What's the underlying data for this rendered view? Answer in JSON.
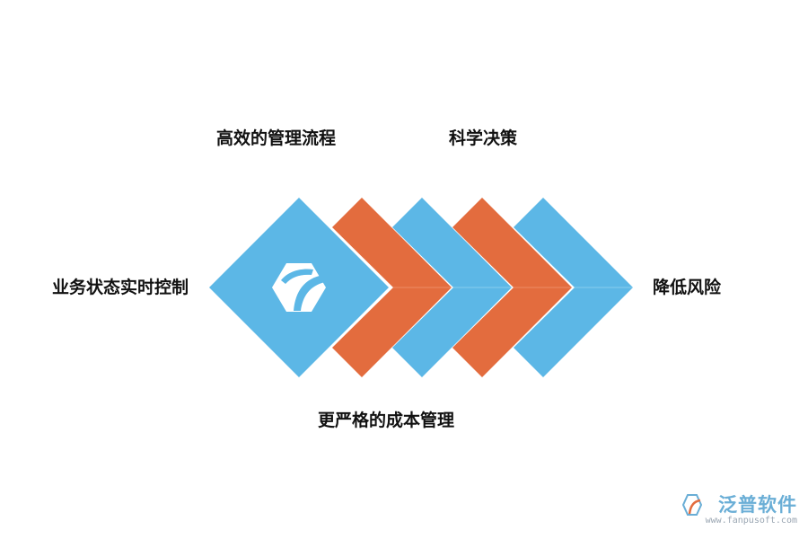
{
  "labels": {
    "top_left": "高效的管理流程",
    "top_right": "科学决策",
    "left": "业务状态实时控制",
    "right": "降低风险",
    "bottom": "更严格的成本管理"
  },
  "colors": {
    "blue": "#5cb7e6",
    "orange": "#e36c3e",
    "icon": "#ffffff",
    "watermark": "#6aaed6"
  },
  "icons": {
    "center": "fanpu-logo-icon"
  },
  "watermark": {
    "name": "泛普软件",
    "url": "www.fanpusoft.com"
  }
}
